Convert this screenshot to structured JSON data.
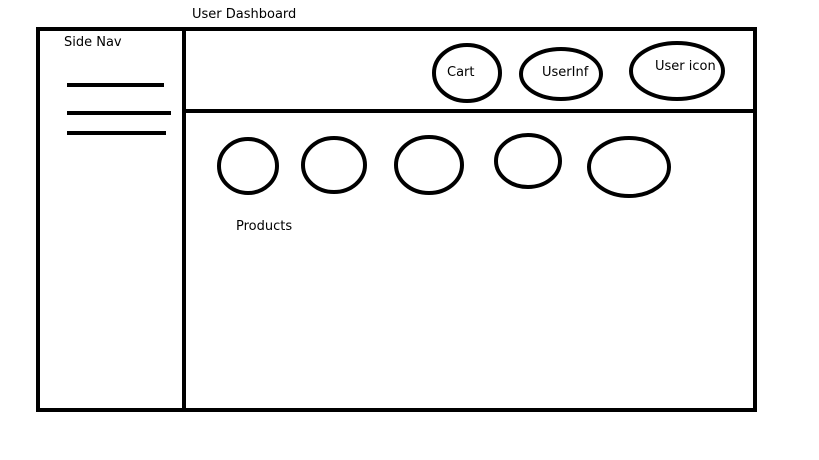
{
  "title": "User Dashboard",
  "side_nav": {
    "label": "Side Nav",
    "items": [
      "",
      "",
      ""
    ]
  },
  "header": {
    "buttons": [
      "Cart",
      "UserInf",
      "User icon"
    ]
  },
  "main": {
    "products_label": "Products",
    "product_count": 5
  },
  "colors": {
    "stroke": "#000000",
    "background": "#ffffff"
  }
}
